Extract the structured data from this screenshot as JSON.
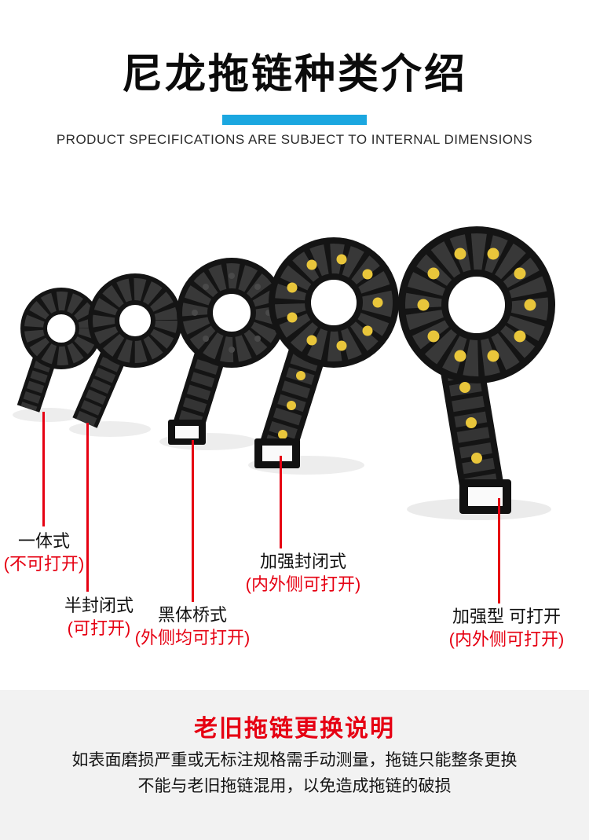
{
  "header": {
    "title": "尼龙拖链种类介绍",
    "subtitle": "PRODUCT SPECIFICATIONS ARE SUBJECT TO INTERNAL DIMENSIONS"
  },
  "colors": {
    "accent_blue": "#1ba7e0",
    "annotation_red": "#e60012",
    "chain_yellow": "#e9c63b"
  },
  "annotations": [
    {
      "name": "一体式",
      "note": "(不可打开)"
    },
    {
      "name": "半封闭式",
      "note": "(可打开)"
    },
    {
      "name": "黑体桥式",
      "note": "(外侧均可打开)"
    },
    {
      "name": "加强封闭式",
      "note": "(内外侧可打开)"
    },
    {
      "name": "加强型 可打开",
      "note": "(内外侧可打开)"
    }
  ],
  "footer": {
    "title": "老旧拖链更换说明",
    "body_line1": "如表面磨损严重或无标注规格需手动测量，拖链只能整条更换",
    "body_line2": "不能与老旧拖链混用，以免造成拖链的破损"
  }
}
